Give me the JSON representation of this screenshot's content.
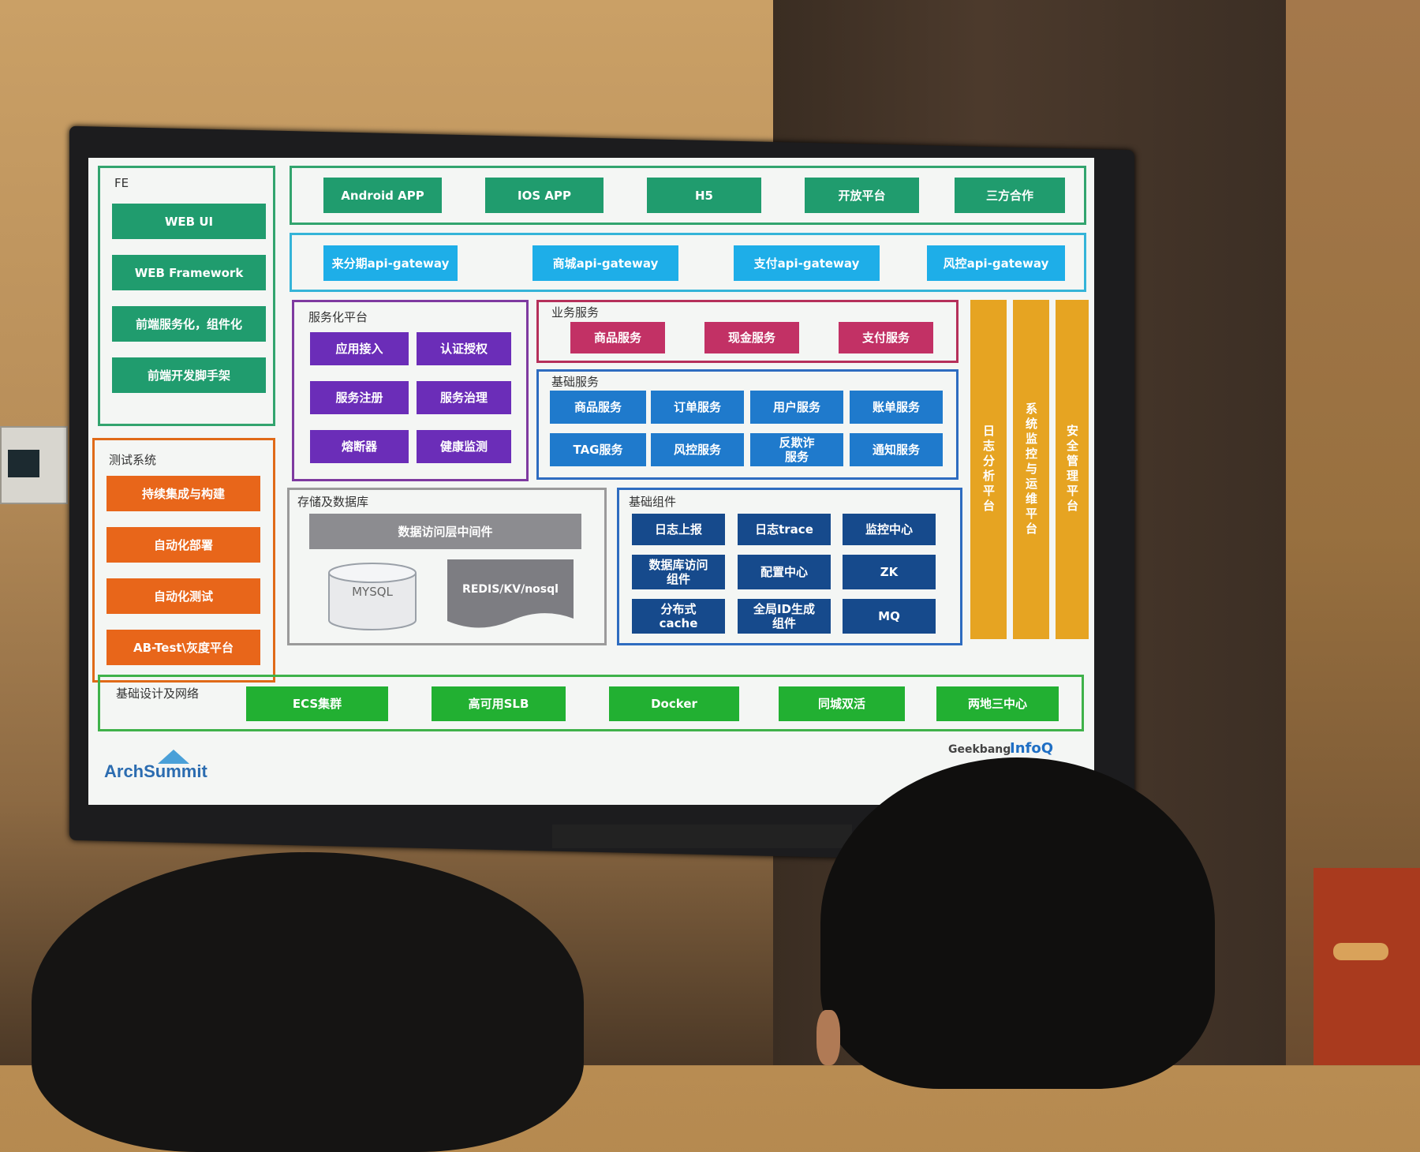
{
  "fe": {
    "title": "FE",
    "items": [
      "WEB UI",
      "WEB Framework",
      "前端服务化，组件化",
      "前端开发脚手架"
    ]
  },
  "clients": [
    "Android APP",
    "IOS APP",
    "H5",
    "开放平台",
    "三方合作"
  ],
  "gateways": [
    "来分期api-gateway",
    "商城api-gateway",
    "支付api-gateway",
    "风控api-gateway"
  ],
  "service_platform": {
    "title": "服务化平台",
    "items": [
      "应用接入",
      "认证授权",
      "服务注册",
      "服务治理",
      "熔断器",
      "健康监测"
    ]
  },
  "business": {
    "title": "业务服务",
    "items": [
      "商品服务",
      "现金服务",
      "支付服务"
    ]
  },
  "base_services": {
    "title": "基础服务",
    "items": [
      "商品服务",
      "订单服务",
      "用户服务",
      "账单服务",
      "TAG服务",
      "风控服务",
      "反欺诈服务",
      "通知服务"
    ]
  },
  "platforms": [
    "日志分析平台",
    "系统监控与运维平台",
    "安全管理平台"
  ],
  "test": {
    "title": "测试系统",
    "items": [
      "持续集成与构建",
      "自动化部署",
      "自动化测试",
      "AB-Test\\灰度平台"
    ]
  },
  "storage": {
    "title": "存储及数据库",
    "middleware": "数据访问层中间件",
    "mysql": "MYSQL",
    "redis": "REDIS/KV/nosql"
  },
  "components": {
    "title": "基础组件",
    "items": [
      "日志上报",
      "日志trace",
      "监控中心",
      "数据库访问组件",
      "配置中心",
      "ZK",
      "分布式cache",
      "全局ID生成组件",
      "MQ"
    ]
  },
  "infra": {
    "title": "基础设计及网络",
    "items": [
      "ECS集群",
      "高可用SLB",
      "Docker",
      "同城双活",
      "两地三中心"
    ]
  },
  "logos": {
    "archsummit": "ArchSummit",
    "geekbang": "Geekbang",
    "infoq": "InfoQ"
  }
}
